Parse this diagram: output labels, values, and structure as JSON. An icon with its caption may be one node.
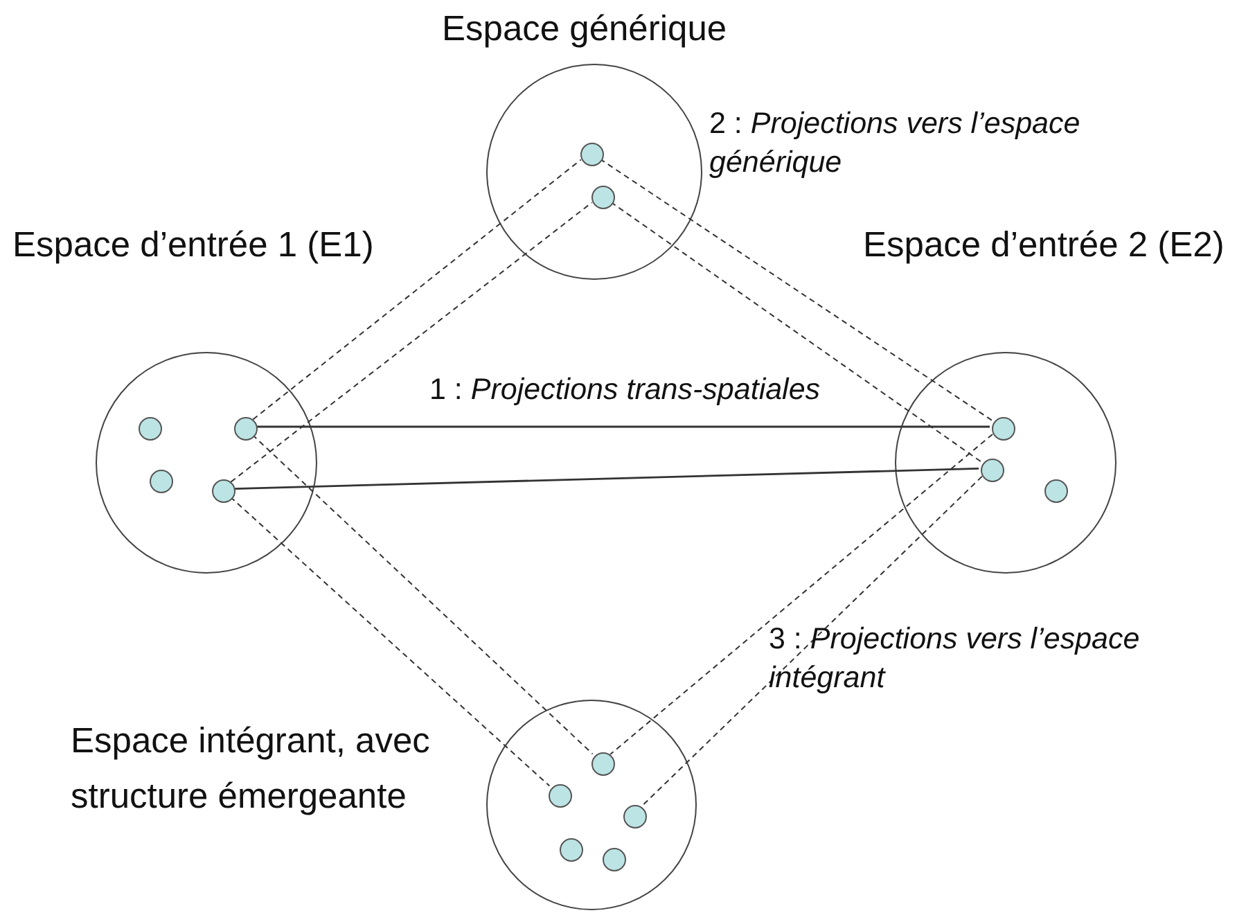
{
  "diagram": {
    "nodes": [
      {
        "text": [
          "Espace générique"
        ]
      },
      {
        "text": [],
        "shape": "circle",
        "in": 0
      },
      {
        "text": [],
        "shape": "circle",
        "in": 0
      },
      {
        "text": [
          "Espace d’entrée 1 (E1)"
        ]
      },
      {
        "text": [],
        "shape": "circle",
        "in": 3
      },
      {
        "text": [],
        "shape": "circle",
        "in": 3
      },
      {
        "text": [],
        "shape": "circle",
        "in": 3
      },
      {
        "text": [],
        "shape": "circle",
        "in": 3
      },
      {
        "text": [
          "Espace d’entrée 2 (E2)"
        ]
      },
      {
        "text": [],
        "shape": "circle",
        "in": 8
      },
      {
        "text": [],
        "shape": "circle",
        "in": 8
      },
      {
        "text": [],
        "shape": "circle",
        "in": 8
      },
      {
        "text": [
          "Espace intégrant, avec structure émergeante"
        ]
      },
      {
        "text": [],
        "shape": "circle",
        "in": 12
      },
      {
        "text": [],
        "shape": "circle",
        "in": 12
      },
      {
        "text": [],
        "shape": "circle",
        "in": 12
      },
      {
        "text": [],
        "shape": "circle",
        "in": 12
      },
      {
        "text": [],
        "shape": "circle",
        "in": 12
      }
    ],
    "edges": [
      {
        "from": 5,
        "to": 9,
        "arrow": "none"
      },
      {
        "from": 7,
        "to": 10,
        "arrow": "none"
      },
      {
        "from": 5,
        "to": 1,
        "arrow": "none",
        "style": "dashed"
      },
      {
        "from": 7,
        "to": 2,
        "arrow": "none",
        "style": "dashed"
      },
      {
        "from": 1,
        "to": 9,
        "arrow": "none",
        "style": "dashed"
      },
      {
        "from": 2,
        "to": 10,
        "arrow": "none",
        "style": "dashed"
      },
      {
        "from": 5,
        "to": 13,
        "arrow": "none",
        "style": "dashed"
      },
      {
        "from": 7,
        "to": 14,
        "arrow": "none",
        "style": "dashed"
      },
      {
        "from": 9,
        "to": 13,
        "arrow": "none",
        "style": "dashed"
      },
      {
        "from": 10,
        "to": 15,
        "arrow": "none",
        "style": "dashed"
      }
    ],
    "labels": [
      "2 : *Projections vers l’espace générique*",
      "1 : *Projections trans-spatiales*",
      "3 : *Projections vers l’espace intégrant*"
    ]
  }
}
